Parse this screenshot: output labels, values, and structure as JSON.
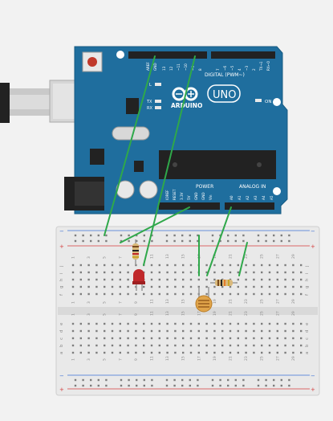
{
  "arduino": {
    "brand": "ARDUINO",
    "model": "UNO",
    "on_label": "ON",
    "digital_label": "DIGITAL (PWM~)",
    "power_label": "POWER",
    "analog_label": "ANALOG IN",
    "aref": "AREF",
    "gnd": "GND",
    "digital_pins": [
      "13",
      "12",
      "~11",
      "~10",
      "~9",
      "8",
      "7",
      "~6",
      "~5",
      "4",
      "~3",
      "2",
      "TX→1",
      "RX←0"
    ],
    "power_pins": [
      "IOREF",
      "RESET",
      "3.3V",
      "5V",
      "GND",
      "GND",
      "Vin"
    ],
    "analog_pins": [
      "A0",
      "A1",
      "A2",
      "A3",
      "A4",
      "A5"
    ],
    "led_labels": [
      "L",
      "TX",
      "RX"
    ],
    "colors": {
      "board": "#1f6e9e",
      "header": "#222222",
      "wire": "#2fa84a"
    }
  },
  "breadboard": {
    "plus": "+",
    "minus": "−",
    "column_numbers": [
      "1",
      "3",
      "5",
      "7",
      "9",
      "11",
      "13",
      "15",
      "17",
      "19",
      "21",
      "23",
      "25",
      "27",
      "29"
    ],
    "row_letters_top": [
      "j",
      "i",
      "h",
      "g",
      "f"
    ],
    "row_letters_bottom": [
      "e",
      "d",
      "c",
      "b",
      "a"
    ],
    "colors": {
      "rail_red": "#d43c3c",
      "rail_blue": "#3c6fd4",
      "body": "#e9e9e9"
    }
  },
  "components": {
    "led_color": "#c0282a",
    "resistor_color": "#d9b97a",
    "ldr_color": "#e0a44a"
  }
}
